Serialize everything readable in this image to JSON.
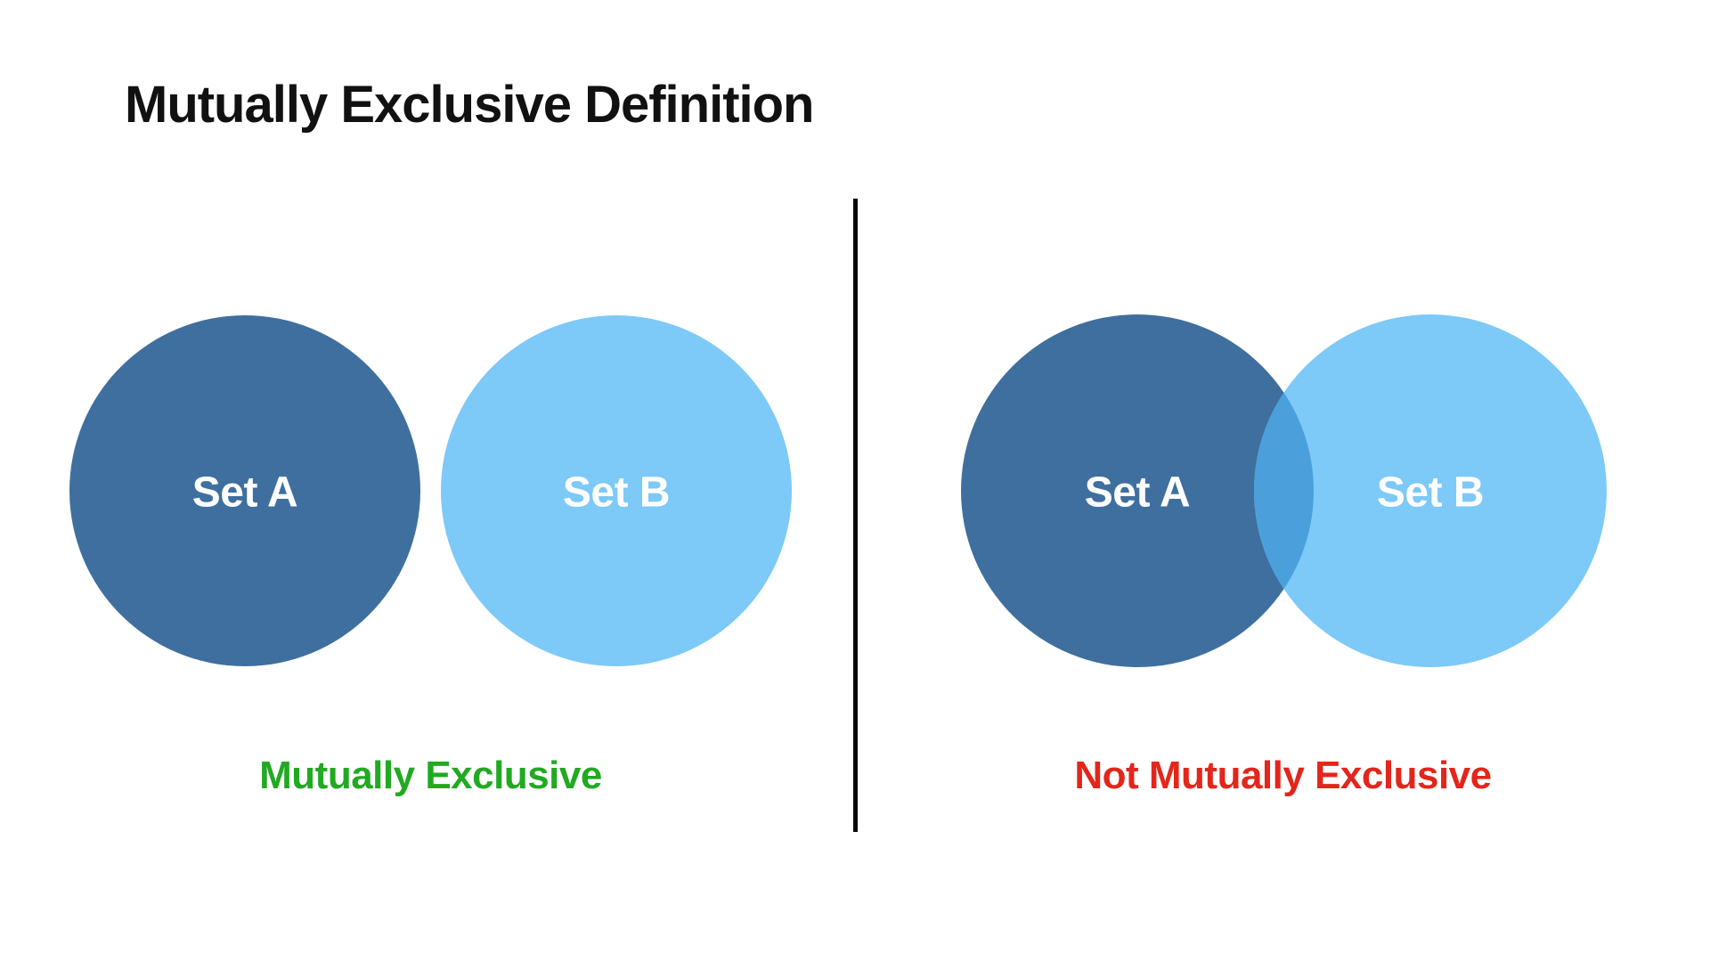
{
  "title": "Mutually Exclusive Definition",
  "palette": {
    "dark-blue": "#3F6F9E",
    "light-blue": "#7DC9F8",
    "overlap": "#4BA0DC",
    "green": "#22A922",
    "red": "#E3261B",
    "divider": "#0a0a0a",
    "title-color": "#111111",
    "label-white": "#FFFFFF"
  },
  "left_panel": {
    "set_a_label": "Set A",
    "set_b_label": "Set B",
    "caption": "Mutually Exclusive"
  },
  "right_panel": {
    "set_a_label": "Set A",
    "set_b_label": "Set B",
    "caption": "Not Mutually Exclusive"
  }
}
